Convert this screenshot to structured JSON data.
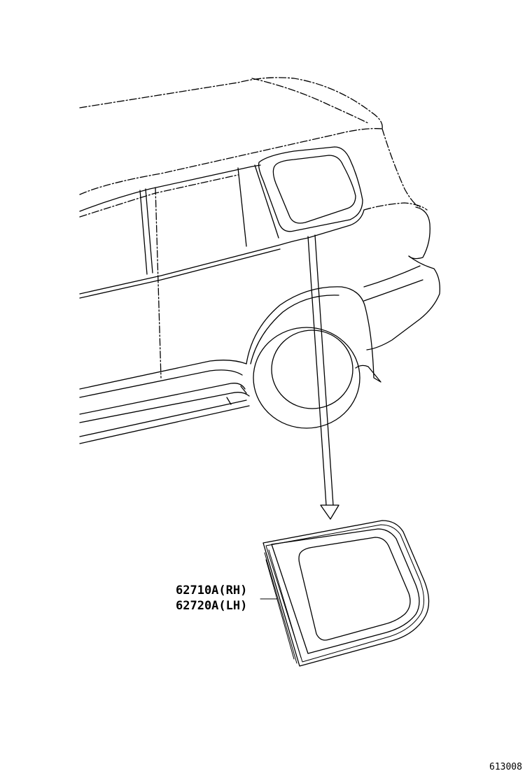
{
  "diagram": {
    "parts": [
      {
        "number": "62710A(RH)"
      },
      {
        "number": "62720A(LH)"
      }
    ],
    "figure_code": "613008"
  }
}
